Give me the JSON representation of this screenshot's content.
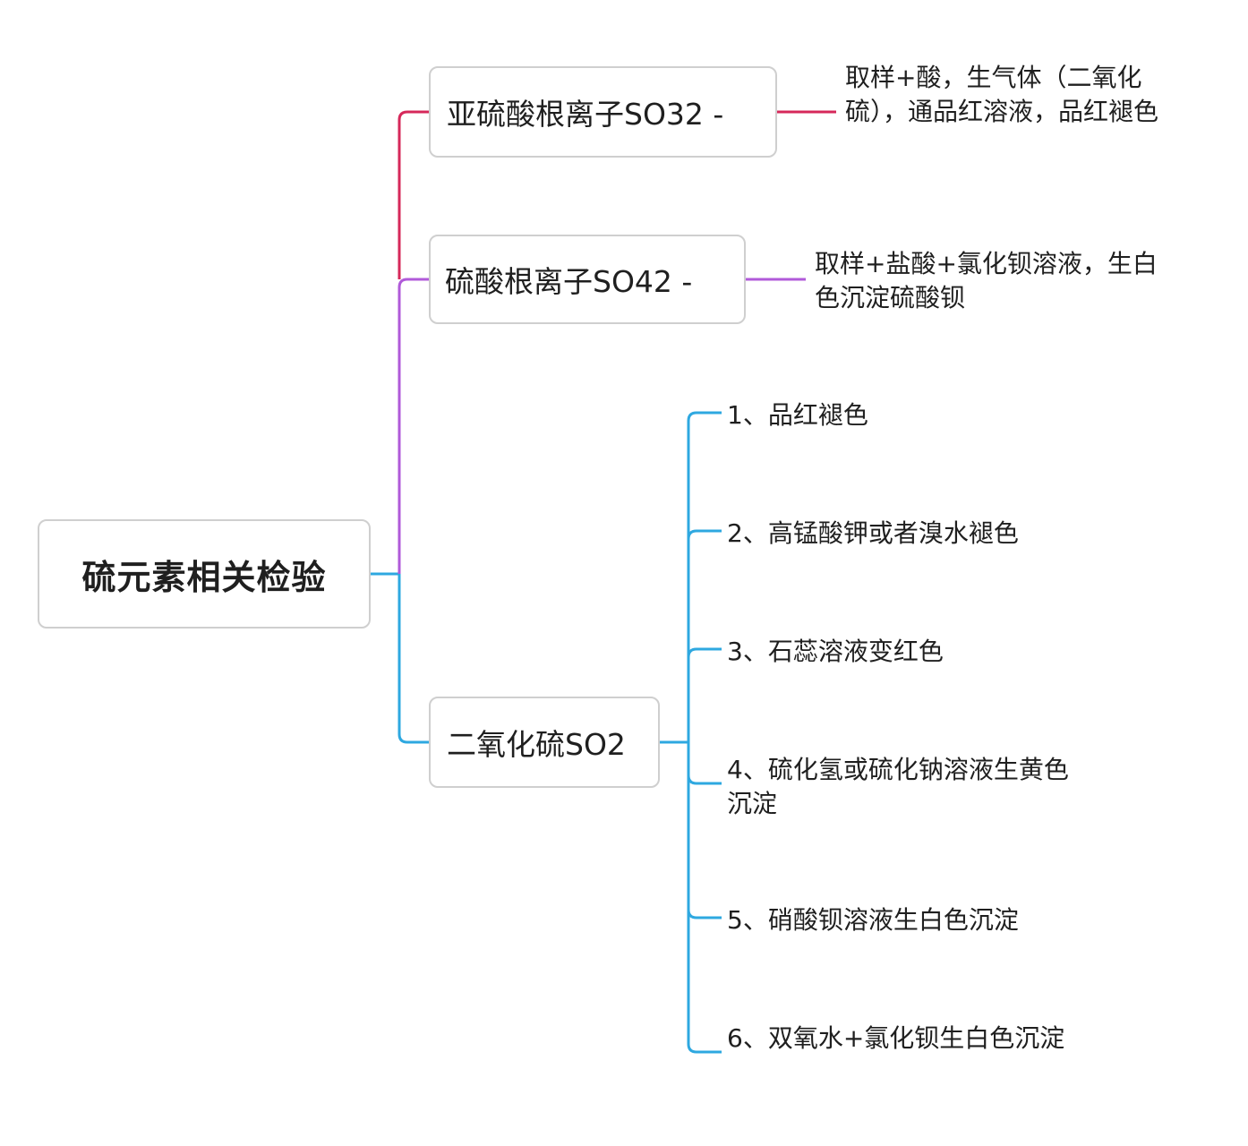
{
  "root": {
    "label": "硫元素相关检验"
  },
  "branches": [
    {
      "label": "亚硫酸根离子SO32 -",
      "color": "#d6285a",
      "leaves": [
        "取样+酸，生气体（二氧化硫），通品红溶液，品红褪色"
      ]
    },
    {
      "label": "硫酸根离子SO42 -",
      "color": "#b05ad9",
      "leaves": [
        "取样+盐酸+氯化钡溶液，生白色沉淀硫酸钡"
      ]
    },
    {
      "label": "二氧化硫SO2",
      "color": "#2ea8e0",
      "leaves": [
        "1、品红褪色",
        "2、高锰酸钾或者溴水褪色",
        "3、石蕊溶液变红色",
        "4、硫化氢或硫化钠溶液生黄色沉淀",
        "5、硝酸钡溶液生白色沉淀",
        "6、双氧水+氯化钡生白色沉淀"
      ]
    }
  ],
  "colors": {
    "node_border": "#cfcfcf",
    "text": "#1f1f1f"
  }
}
